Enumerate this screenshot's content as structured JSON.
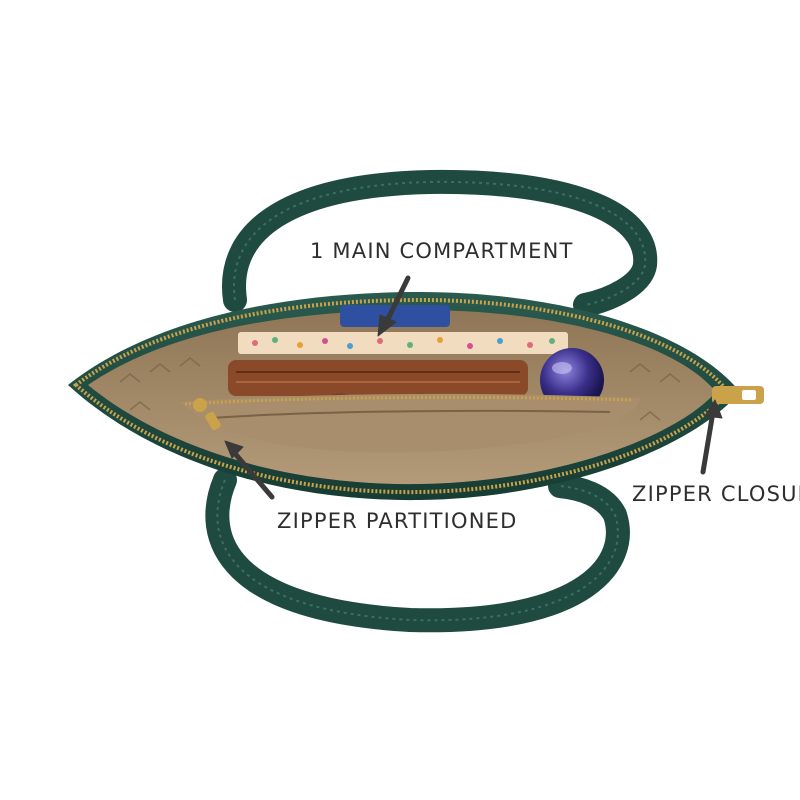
{
  "annotations": {
    "main_compartment": "1 MAIN COMPARTMENT",
    "zipper_partitioned": "ZIPPER PARTITIONED",
    "zipper_closure": "ZIPPER CLOSURE"
  },
  "colors": {
    "background": "#ffffff",
    "leather": "#1f4a40",
    "lining": "#9c8466",
    "zipper": "#c9a24a",
    "pouch": "#8a4a2a",
    "label_text": "#2e2e2e"
  }
}
